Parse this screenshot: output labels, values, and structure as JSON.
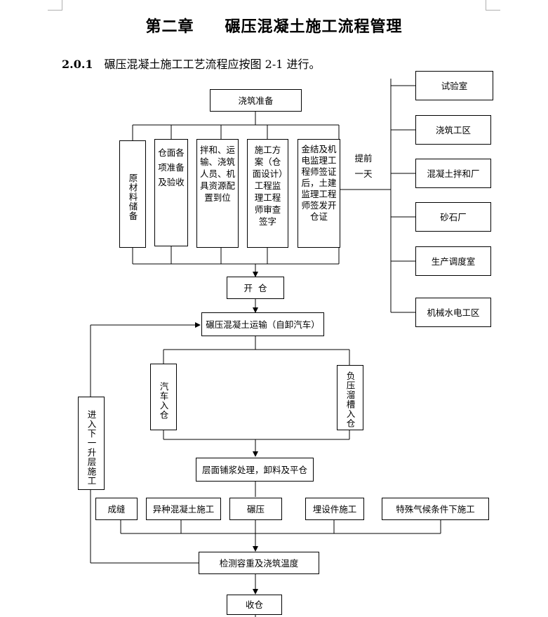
{
  "document": {
    "title_part1": "第二章",
    "title_part2": "碾压混凝土施工流程管理",
    "section_number": "2.0.1",
    "section_text": "碾压混凝土施工工艺流程应按图 2-1 进行。"
  },
  "flowchart": {
    "start": "浇筑准备",
    "prep_items": [
      "原材料储备",
      "仓面各项准备及验收",
      "拌和、运输、浇筑人员、机具资源配置到位",
      "施工方案（仓面设计）工程监理工程师审查签字",
      "金结及机电监理工程师签证后，土建监理工程师签发开仓证"
    ],
    "advance_note_line1": "提前",
    "advance_note_line2": "一天",
    "notify_units": [
      "试验室",
      "浇筑工区",
      "混凝土拌和厂",
      "砂石厂",
      "生产调度室",
      "机械水电工区"
    ],
    "open_warehouse": "开  仓",
    "transport": "碾压混凝土运输（自卸汽车）",
    "entry_methods": [
      "汽车入仓",
      "负压溜槽入仓"
    ],
    "spreading": "层面铺浆处理，卸料及平仓",
    "operations": [
      "成缝",
      "异种混凝土施工",
      "碾压",
      "埋设件施工",
      "特殊气候条件下施工"
    ],
    "inspection": "检测容重及浇筑温度",
    "next_lift": "进入下一升层施工",
    "accept": "收仓"
  }
}
